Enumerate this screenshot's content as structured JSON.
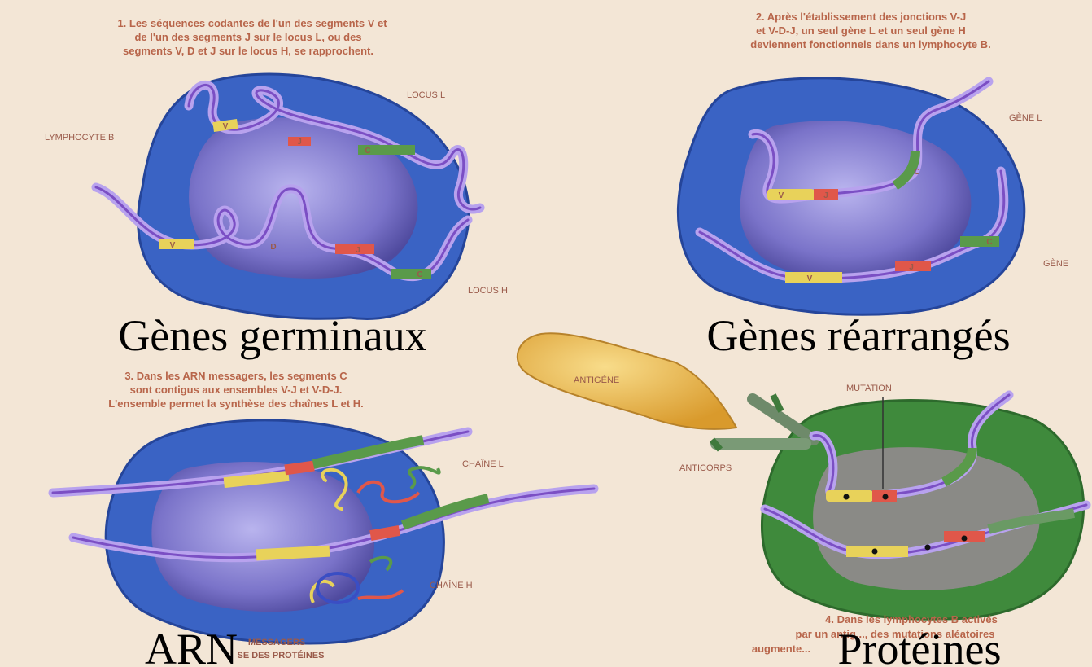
{
  "panels": {
    "p1": {
      "caption": [
        "1. Les séquences codantes de l'un des segments V et",
        "de l'un des segments J sur le locus L, ou des",
        "segments V, D et J sur le locus H, se rapprochent."
      ],
      "locus_l": "LOCUS L",
      "locus_h": "LOCUS H",
      "lymphocyte": "LYMPHOCYTE B",
      "overlay": "Gènes germinaux"
    },
    "p2": {
      "caption": [
        "2. Après l'établissement des jonctions V-J",
        "et V-D-J, un seul gène L et un seul gène H",
        "deviennent fonctionnels dans un lymphocyte B."
      ],
      "gene_l": "GÈNE L",
      "gene_h": "GÈNE",
      "overlay": "Gènes réarrangés"
    },
    "p3": {
      "caption": [
        "3. Dans les ARN messagers, les segments C",
        "sont contigus aux ensembles V-J et V-D-J.",
        "L'ensemble permet la synthèse des chaînes L et H."
      ],
      "chain_l": "CHAÎNE L",
      "chain_h": "CHAÎNE H",
      "bottom_1": "MESSAGERS",
      "bottom_2": "SE DES PROTÉINES",
      "overlay": "ARN"
    },
    "p4": {
      "caption": [
        "4. Dans les lymphocytes B activés",
        "par un antig..., des mutations aléatoires",
        "augmente..."
      ],
      "mutation": "MUTATION",
      "overlay": "Protéines"
    },
    "antigen": "ANTIGÈNE",
    "antibody": "ANTICORPS"
  },
  "segments": {
    "v": "V",
    "d": "D",
    "j": "J",
    "c": "C"
  },
  "colors": {
    "background": "#f3e6d6",
    "cell_blue": "#3a63c4",
    "nucleus": "#7a73c9",
    "cell_green": "#3f8a3c",
    "dna": "#9a6fd6",
    "seg_v": "#e8d25a",
    "seg_j": "#e0574a",
    "seg_c": "#5a9a4a",
    "antigen": "#e9b64a"
  }
}
